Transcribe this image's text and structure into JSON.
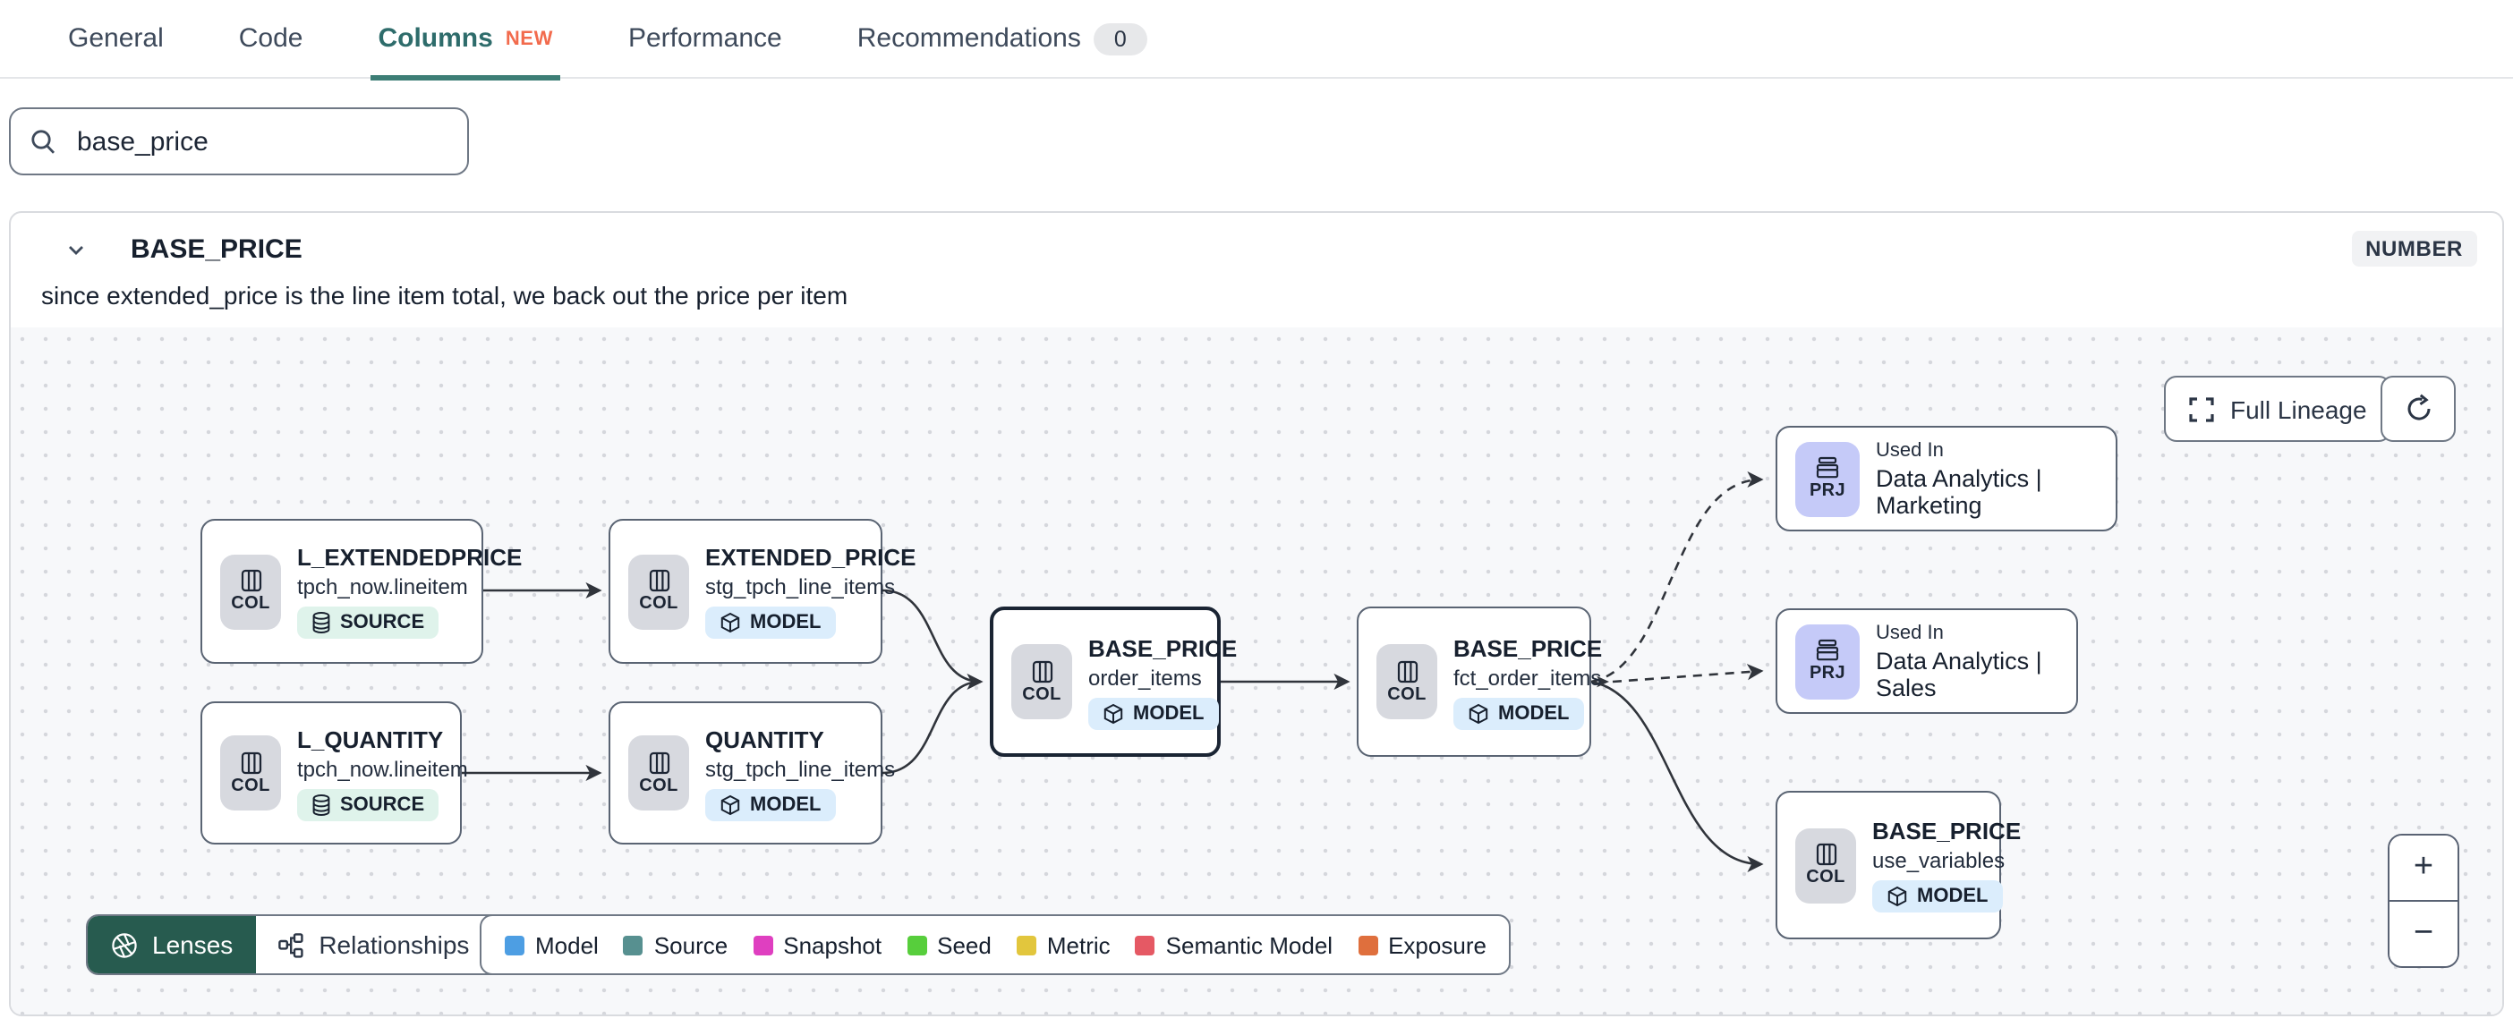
{
  "tabs": {
    "items": [
      {
        "label": "General"
      },
      {
        "label": "Code"
      },
      {
        "label": "Columns",
        "badge": "NEW"
      },
      {
        "label": "Performance"
      },
      {
        "label": "Recommendations",
        "count": "0"
      }
    ]
  },
  "search": {
    "value": "base_price"
  },
  "column": {
    "name": "BASE_PRICE",
    "type": "NUMBER",
    "description": "since extended_price is the line item total, we back out the price per item"
  },
  "lineage": {
    "controls": {
      "full_lineage": "Full Lineage",
      "zoom_in": "+",
      "zoom_out": "−"
    },
    "toolbar": {
      "lenses": "Lenses",
      "relationships": "Relationships"
    },
    "legend": {
      "items": [
        {
          "label": "Model",
          "color": "#4d9ee3"
        },
        {
          "label": "Source",
          "color": "#579090"
        },
        {
          "label": "Snapshot",
          "color": "#df3fc0"
        },
        {
          "label": "Seed",
          "color": "#57ce3c"
        },
        {
          "label": "Metric",
          "color": "#e2c63d"
        },
        {
          "label": "Semantic Model",
          "color": "#e55964"
        },
        {
          "label": "Exposure",
          "color": "#df6f3d"
        }
      ]
    },
    "nodes": [
      {
        "title": "L_EXTENDEDPRICE",
        "subtitle": "tpch_now.lineitem",
        "badge": "COL",
        "type": "SOURCE"
      },
      {
        "title": "EXTENDED_PRICE",
        "subtitle": "stg_tpch_line_items",
        "badge": "COL",
        "type": "MODEL"
      },
      {
        "title": "L_QUANTITY",
        "subtitle": "tpch_now.lineitem",
        "badge": "COL",
        "type": "SOURCE"
      },
      {
        "title": "QUANTITY",
        "subtitle": "stg_tpch_line_items",
        "badge": "COL",
        "type": "MODEL"
      },
      {
        "title": "BASE_PRICE",
        "subtitle": "order_items",
        "badge": "COL",
        "type": "MODEL"
      },
      {
        "title": "BASE_PRICE",
        "subtitle": "fct_order_items",
        "badge": "COL",
        "type": "MODEL"
      },
      {
        "title": "Used In",
        "subtitle": "Data Analytics | Marketing",
        "badge": "PRJ"
      },
      {
        "title": "Used In",
        "subtitle": "Data Analytics | Sales",
        "badge": "PRJ"
      },
      {
        "title": "BASE_PRICE",
        "subtitle": "use_variables",
        "badge": "COL",
        "type": "MODEL"
      }
    ]
  }
}
